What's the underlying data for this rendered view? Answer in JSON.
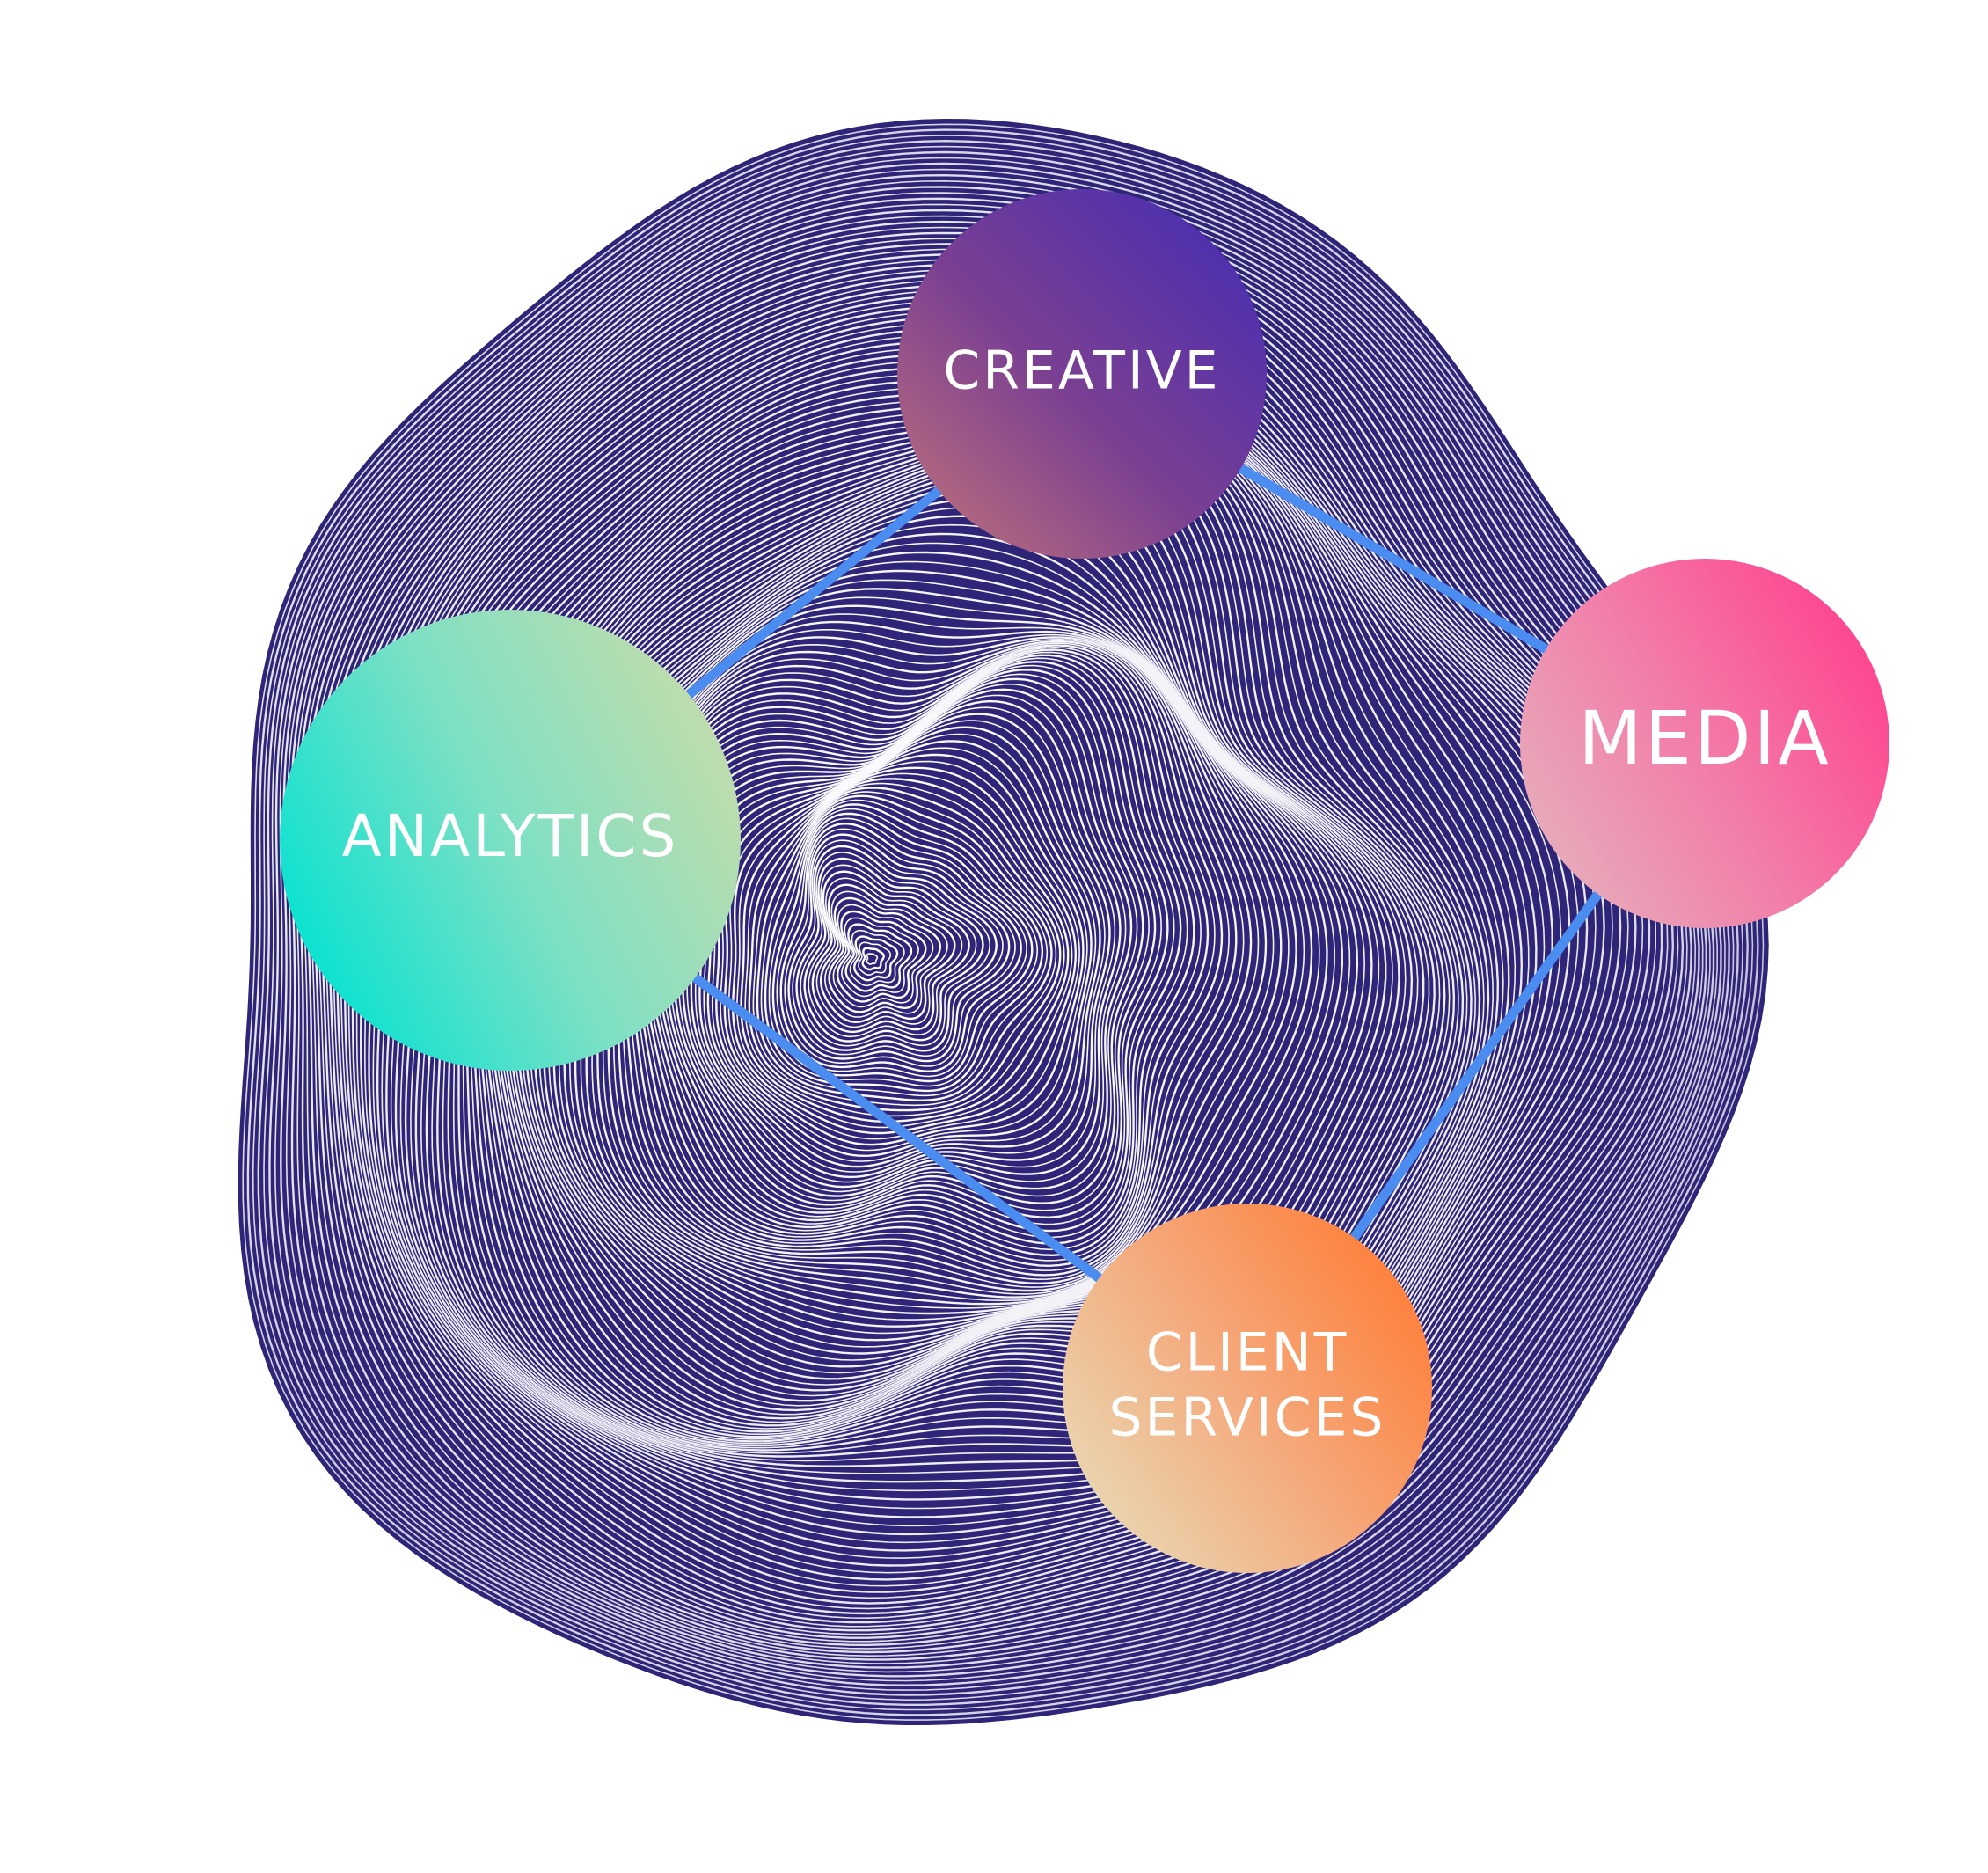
{
  "diagram": {
    "nodes": [
      {
        "id": "creative",
        "label": "CREATIVE",
        "lines": [
          "CREATIVE"
        ],
        "gradient": [
          "#a0406e",
          "#4a2ea8",
          "#7a6fb8"
        ]
      },
      {
        "id": "media",
        "label": "MEDIA",
        "lines": [
          "MEDIA"
        ],
        "gradient": [
          "#e9a8b8",
          "#ff3f8e"
        ]
      },
      {
        "id": "analytics",
        "label": "ANALYTICS",
        "lines": [
          "ANALYTICS"
        ],
        "gradient": [
          "#00e0d0",
          "#c2dcae"
        ]
      },
      {
        "id": "client-services",
        "label": "CLIENT SERVICES",
        "lines": [
          "CLIENT",
          "SERVICES"
        ],
        "gradient": [
          "#e8d8b4",
          "#ff7f3a"
        ]
      }
    ],
    "connections": [
      {
        "from": "creative",
        "to": "media"
      },
      {
        "from": "media",
        "to": "client-services"
      },
      {
        "from": "client-services",
        "to": "analytics"
      },
      {
        "from": "analytics",
        "to": "creative"
      }
    ],
    "colors": {
      "background": "#ffffff",
      "contour": "#2e2578",
      "connector": "#4a8cf0",
      "label": "#ffffff"
    }
  }
}
